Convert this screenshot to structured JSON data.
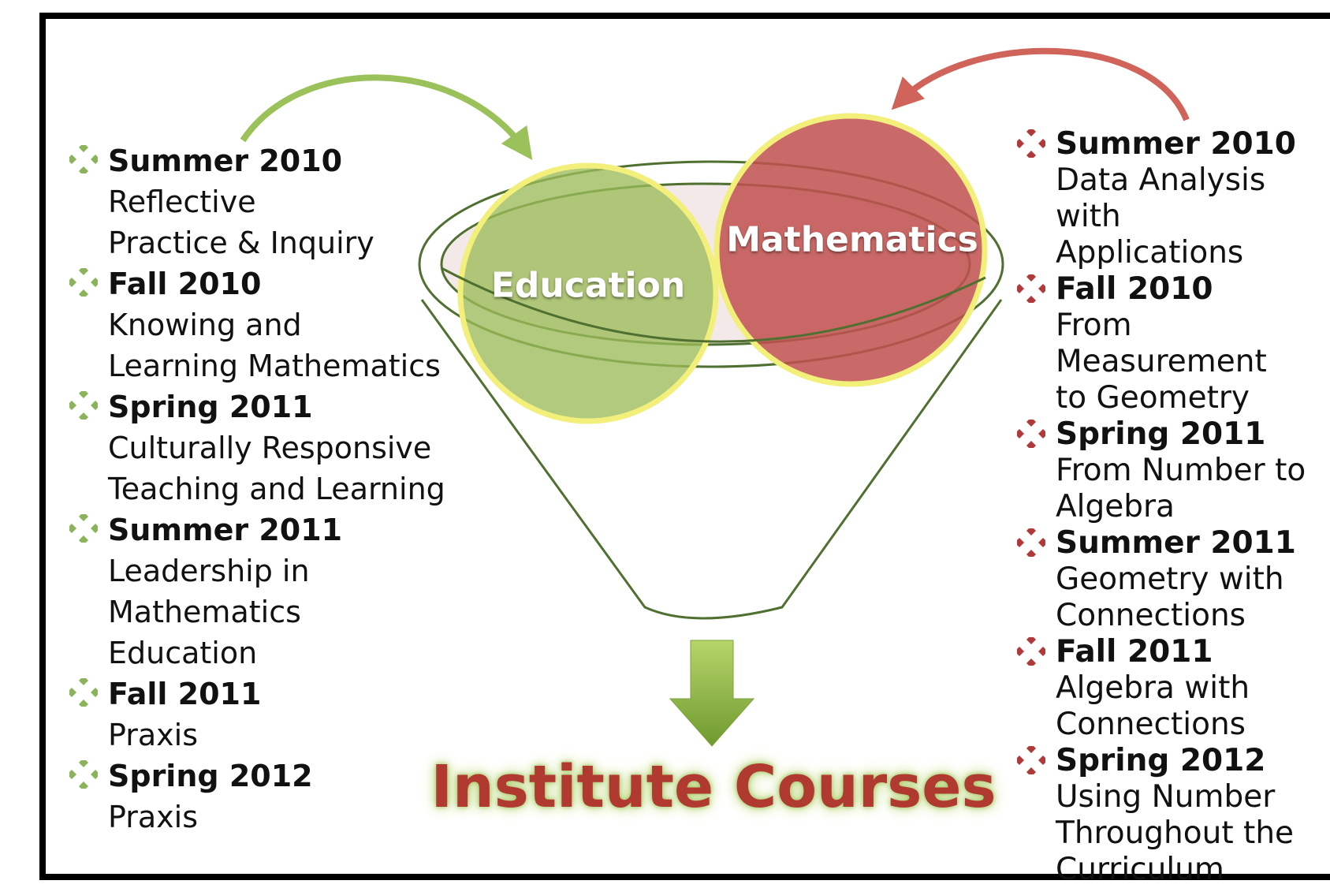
{
  "colors": {
    "education": "#9bbb59",
    "mathematics": "#c0504d",
    "circle_outline": "#f2ef7a",
    "funnel_line": "#4f7030",
    "bullet_left": "#8bb35a",
    "bullet_right": "#b03a3a",
    "headline": "#b03a30"
  },
  "circles": {
    "education_label": "Education",
    "mathematics_label": "Mathematics"
  },
  "headline": "Institute Courses",
  "left_courses": [
    {
      "term": "Summer 2010",
      "title": "Reflective\nPractice & Inquiry"
    },
    {
      "term": "Fall 2010",
      "title": "Knowing and\nLearning Mathematics"
    },
    {
      "term": "Spring 2011",
      "title": "Culturally Responsive\nTeaching and Learning"
    },
    {
      "term": "Summer 2011",
      "title": "Leadership in\nMathematics\nEducation"
    },
    {
      "term": "Fall 2011",
      "title": "Praxis"
    },
    {
      "term": "Spring 2012",
      "title": "Praxis"
    }
  ],
  "right_courses": [
    {
      "term": "Summer 2010",
      "title": "Data Analysis with\nApplications"
    },
    {
      "term": "Fall 2010",
      "title": "From Measurement\nto Geometry"
    },
    {
      "term": "Spring 2011",
      "title": "From Number to\nAlgebra"
    },
    {
      "term": "Summer 2011",
      "title": "Geometry with\nConnections"
    },
    {
      "term": "Fall 2011",
      "title": "Algebra with\nConnections"
    },
    {
      "term": "Spring 2012",
      "title": "Using Number\nThroughout  the\nCurriculum"
    }
  ]
}
